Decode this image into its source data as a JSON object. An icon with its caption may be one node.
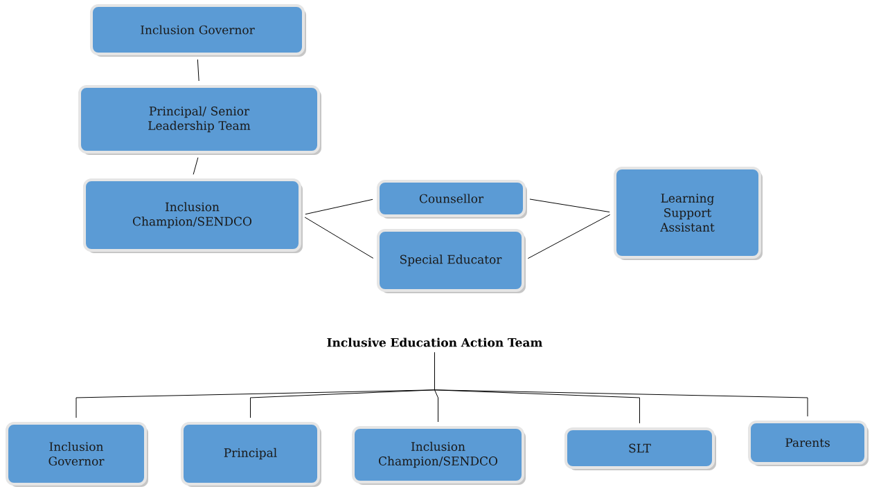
{
  "diagram": {
    "nodes": [
      {
        "text": [
          "Inclusion Governor"
        ]
      },
      {
        "text": [
          "Principal/ Senior Leadership Team"
        ]
      },
      {
        "text": [
          "Inclusion Champion/SENDCO"
        ]
      },
      {
        "text": [
          "Counsellor"
        ]
      },
      {
        "text": [
          "Special Educator"
        ]
      },
      {
        "text": [
          "Learning Support Assistant"
        ]
      },
      {
        "text": [
          "Inclusive Education Action Team"
        ]
      },
      {
        "text": [
          "Inclusion Governor"
        ]
      },
      {
        "text": [
          "Principal"
        ]
      },
      {
        "text": [
          "Inclusion Champion/SENDCO"
        ]
      },
      {
        "text": [
          "SLT"
        ]
      },
      {
        "text": [
          "Parents"
        ]
      }
    ],
    "edges": [
      {
        "from": 0,
        "to": 1,
        "arrow": "none"
      },
      {
        "from": 1,
        "to": 2,
        "arrow": "none"
      },
      {
        "from": 2,
        "to": 3,
        "arrow": "none"
      },
      {
        "from": 2,
        "to": 4,
        "arrow": "none"
      },
      {
        "from": 3,
        "to": 5,
        "arrow": "none"
      },
      {
        "from": 4,
        "to": 5,
        "arrow": "none"
      },
      {
        "from": 6,
        "to": 7,
        "arrow": "none"
      },
      {
        "from": 6,
        "to": 8,
        "arrow": "none"
      },
      {
        "from": 6,
        "to": 9,
        "arrow": "none"
      },
      {
        "from": 6,
        "to": 10,
        "arrow": "none"
      },
      {
        "from": 6,
        "to": 11,
        "arrow": "none"
      }
    ]
  }
}
